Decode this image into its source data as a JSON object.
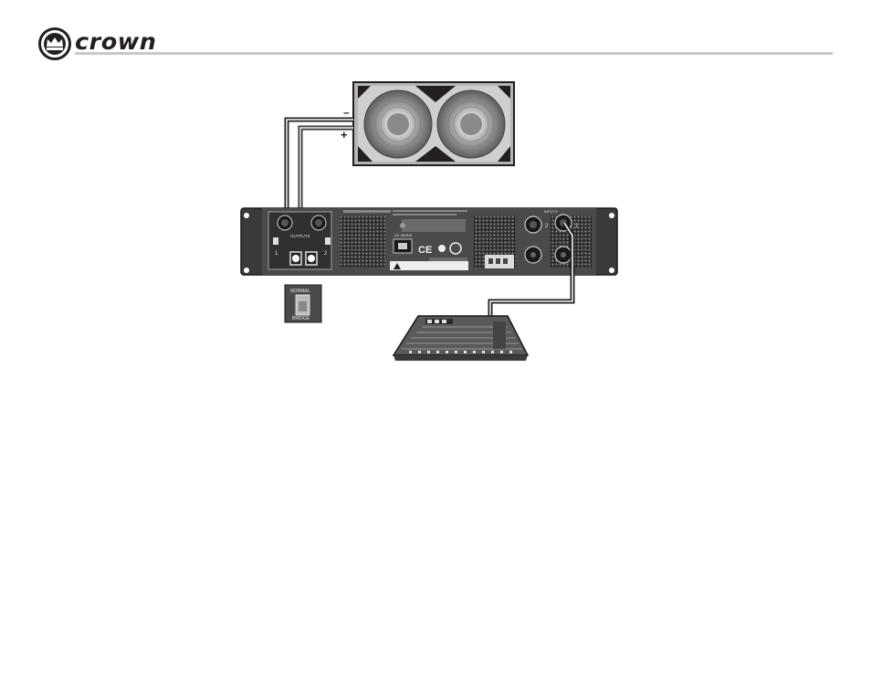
{
  "brand": {
    "name": "crown"
  },
  "speaker": {
    "minus_label": "–",
    "plus_label": "+"
  },
  "amplifier": {
    "output_label": "OUTPUTS",
    "ac_label": "AC MAINS",
    "inputs_label": "INPUTS",
    "ch1": "1",
    "ch2": "2"
  },
  "mode_switch": {
    "top_label": "NORMAL",
    "bottom_label": "BRIDGE"
  },
  "colors": {
    "panel": "#3a3a3a",
    "dark": "#231f20",
    "wire_light": "#bdbdbd",
    "rule": "#c8c8c8"
  }
}
